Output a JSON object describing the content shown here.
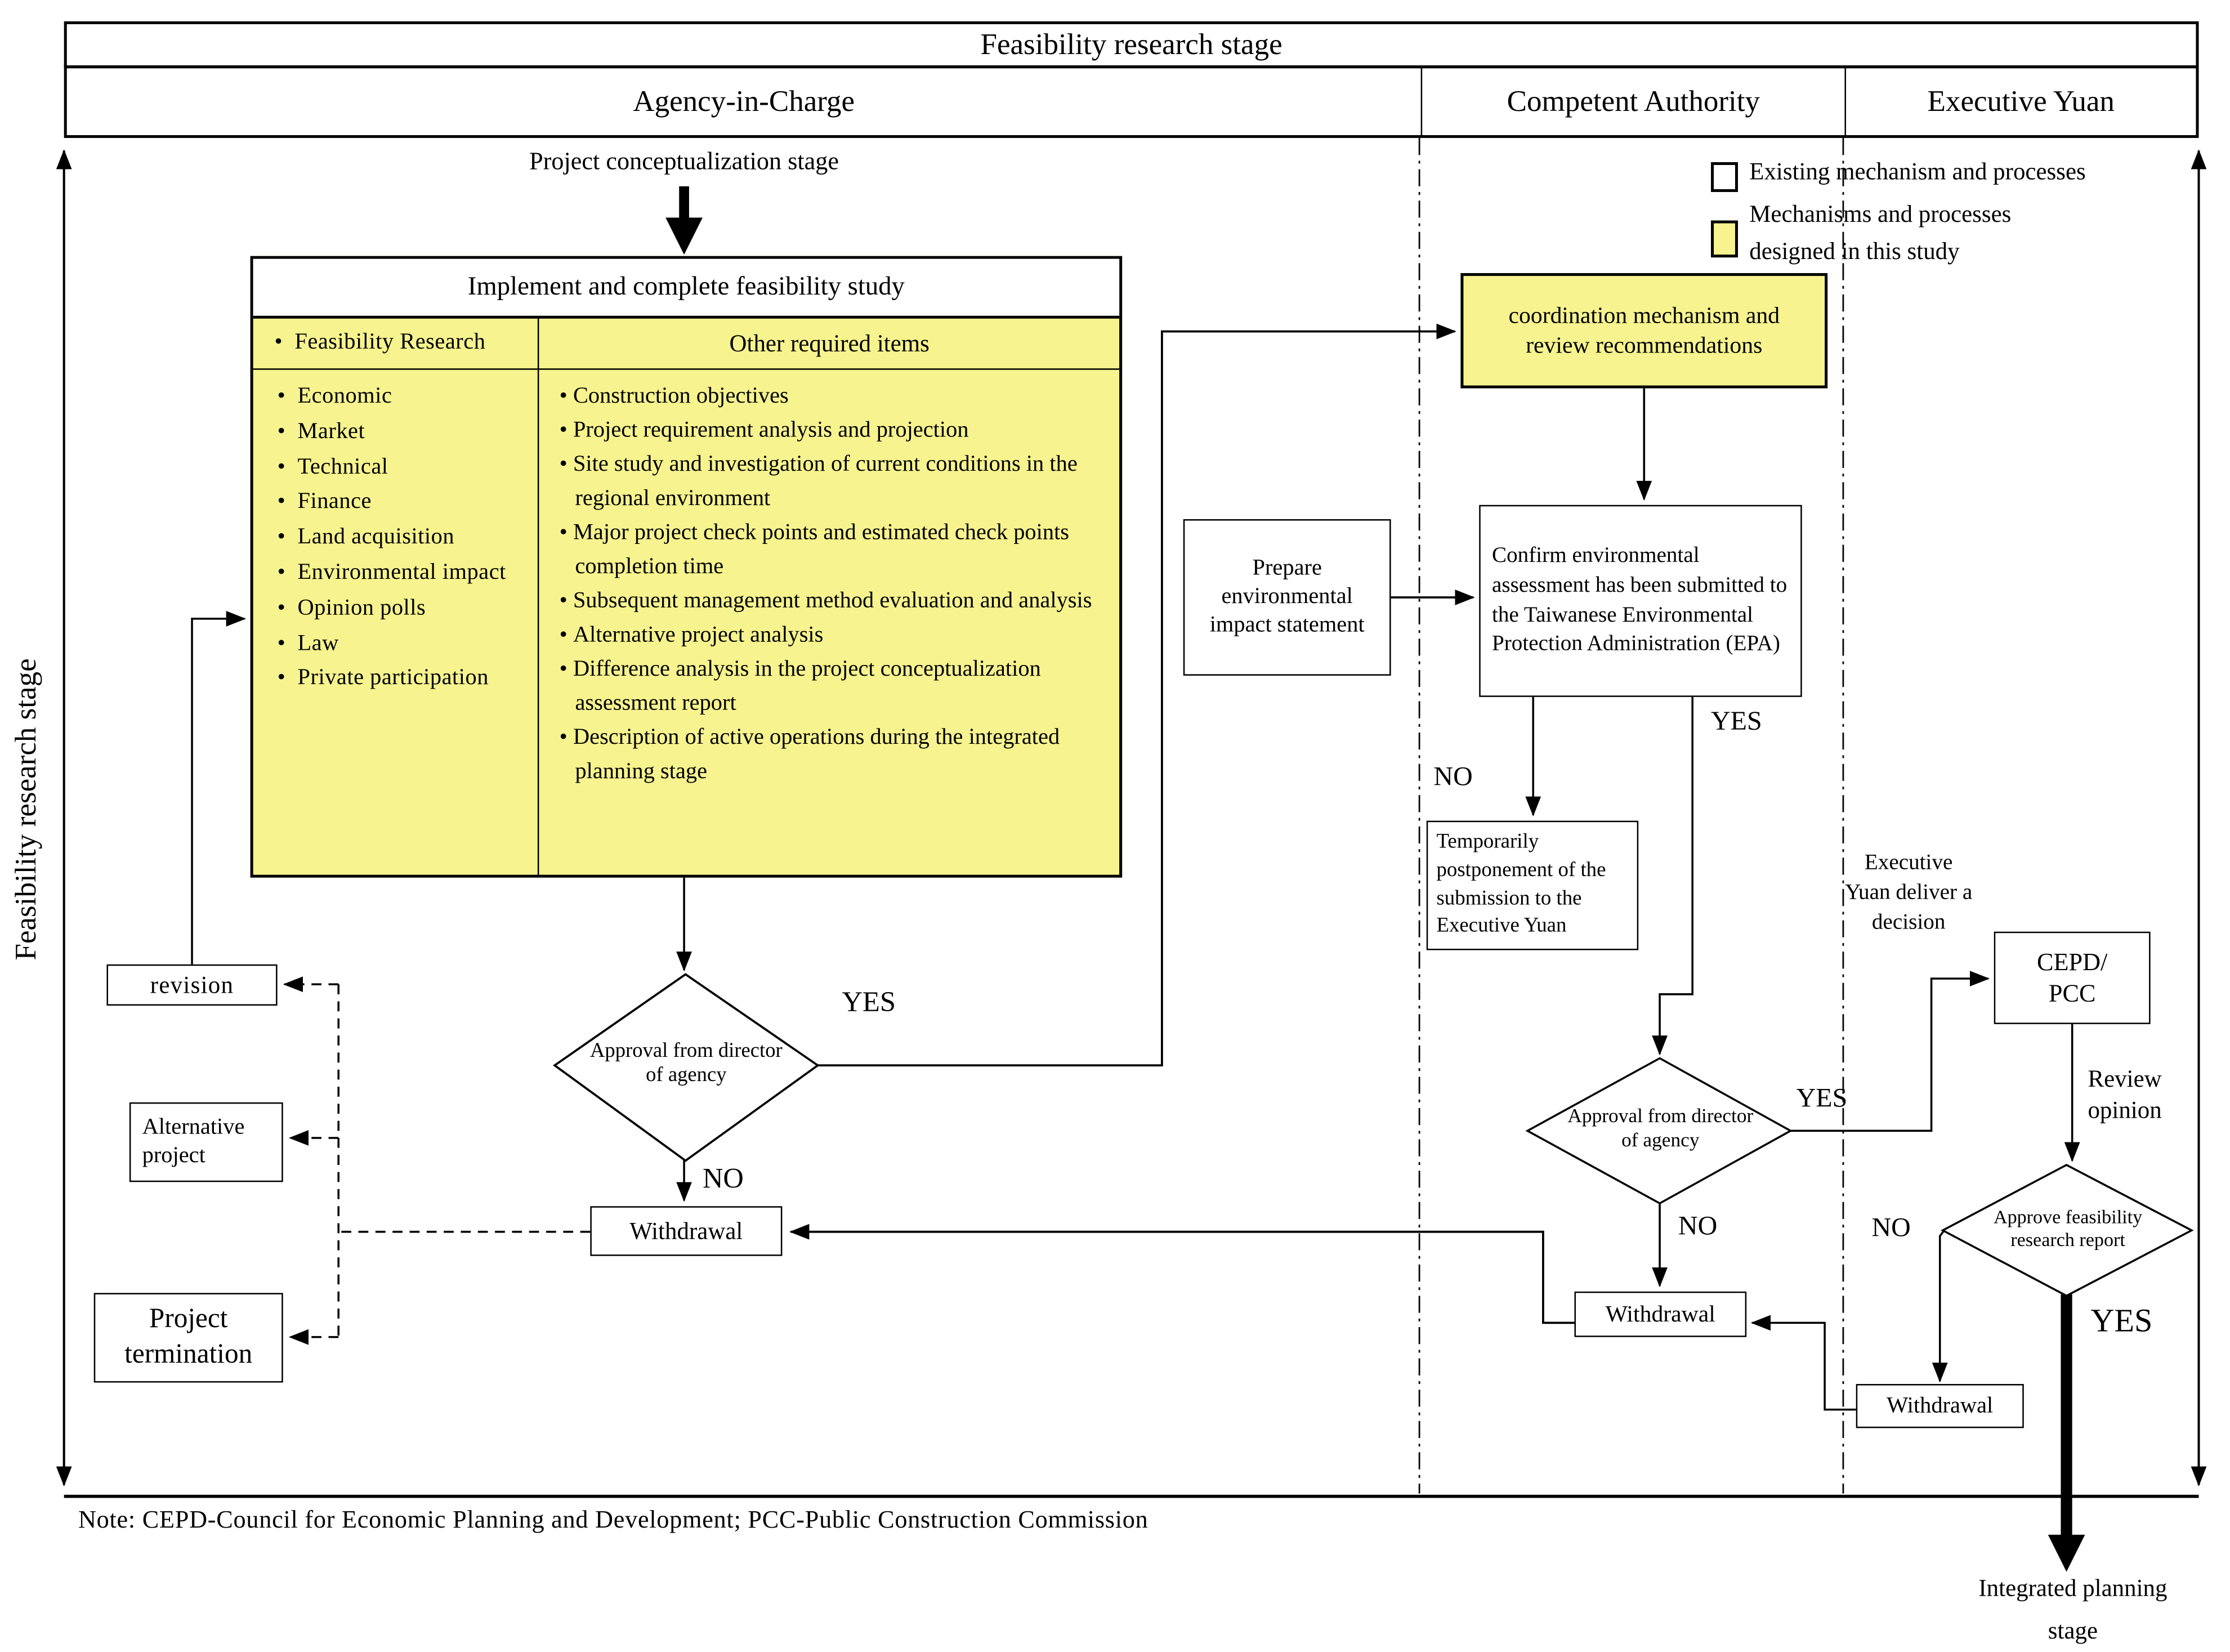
{
  "title": "Feasibility research stage",
  "side_label": "Feasibility research stage",
  "top_label": "Project conceptualization stage",
  "lanes": {
    "agency": "Agency-in-Charge",
    "competent": "Competent Authority",
    "executive": "Executive Yuan"
  },
  "legend": {
    "existing": "Existing mechanism and processes",
    "designed_line1": "Mechanisms and processes",
    "designed_line2": "designed in this study"
  },
  "colors": {
    "highlight": "#F7F38E",
    "line": "#000000"
  },
  "table": {
    "title": "Implement and complete feasibility study",
    "col1_header": "Feasibility Research",
    "col2_header": "Other required items",
    "col1_items": [
      "Economic",
      "Market",
      "Technical",
      "Finance",
      "Land acquisition",
      "Environmental impact",
      "Opinion polls",
      "Law",
      "Private participation"
    ],
    "col2_items": [
      "Construction objectives",
      "Project requirement analysis and projection",
      "Site study and investigation of current conditions in the regional environment",
      "Major project check points and estimated check points completion time",
      "Subsequent management method evaluation and analysis",
      "Alternative project analysis",
      "Difference analysis in the project conceptualization assessment report",
      "Description of active operations during the integrated planning stage"
    ]
  },
  "nodes": {
    "approval_agency": "Approval from director of agency",
    "approval_ca": "Approval from director of agency",
    "approve_report": "Approve feasibility research report",
    "revision": "revision",
    "alternative": "Alternative project",
    "termination": "Project termination",
    "withdrawal_agency": "Withdrawal",
    "withdrawal_ca": "Withdrawal",
    "withdrawal_ey": "Withdrawal",
    "prepare": "Prepare environmental impact statement",
    "confirm": "Confirm environmental assessment has been submitted to the Taiwanese Environmental Protection Administration (EPA)",
    "coordination": "coordination mechanism and review recommendations",
    "postpone": "Temporarily postponement of the submission to the Executive Yuan",
    "cepd": "CEPD/ PCC",
    "exec_deliver": "Executive Yuan deliver a decision",
    "review_opinion": "Review opinion",
    "integrated": "Integrated planning stage"
  },
  "edge_labels": {
    "agency_yes": "YES",
    "agency_no": "NO",
    "confirm_no": "NO",
    "confirm_yes": "YES",
    "ca_yes": "YES",
    "ca_no": "NO",
    "approve_no": "NO",
    "approve_yes": "YES"
  },
  "note": "Note: CEPD-Council for Economic Planning and Development; PCC-Public Construction Commission"
}
